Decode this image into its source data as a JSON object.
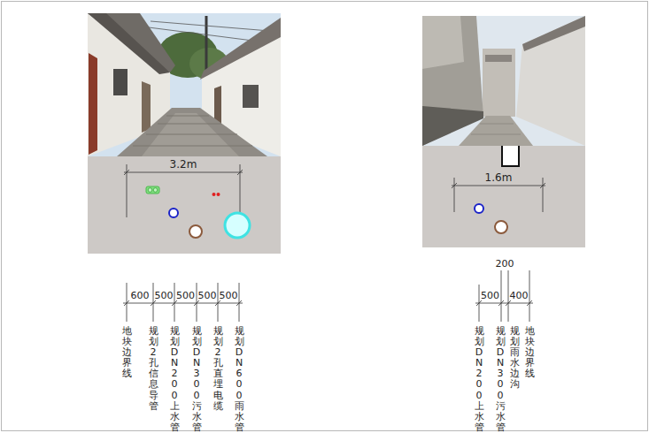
{
  "diagram": {
    "labels": [
      "3.2m",
      "600",
      "500",
      "500",
      "500",
      "500",
      "地块边界线",
      "规划2孔信息导管",
      "规划DN200上水管",
      "规划DN300污水管",
      "规划2孔直埋电缆",
      "规划DN600雨水管",
      "1.6m",
      "500",
      "200",
      "400",
      "规划DN200上水管",
      "规划DN300污水管",
      "规划雨水边沟",
      "地块边界线"
    ]
  }
}
